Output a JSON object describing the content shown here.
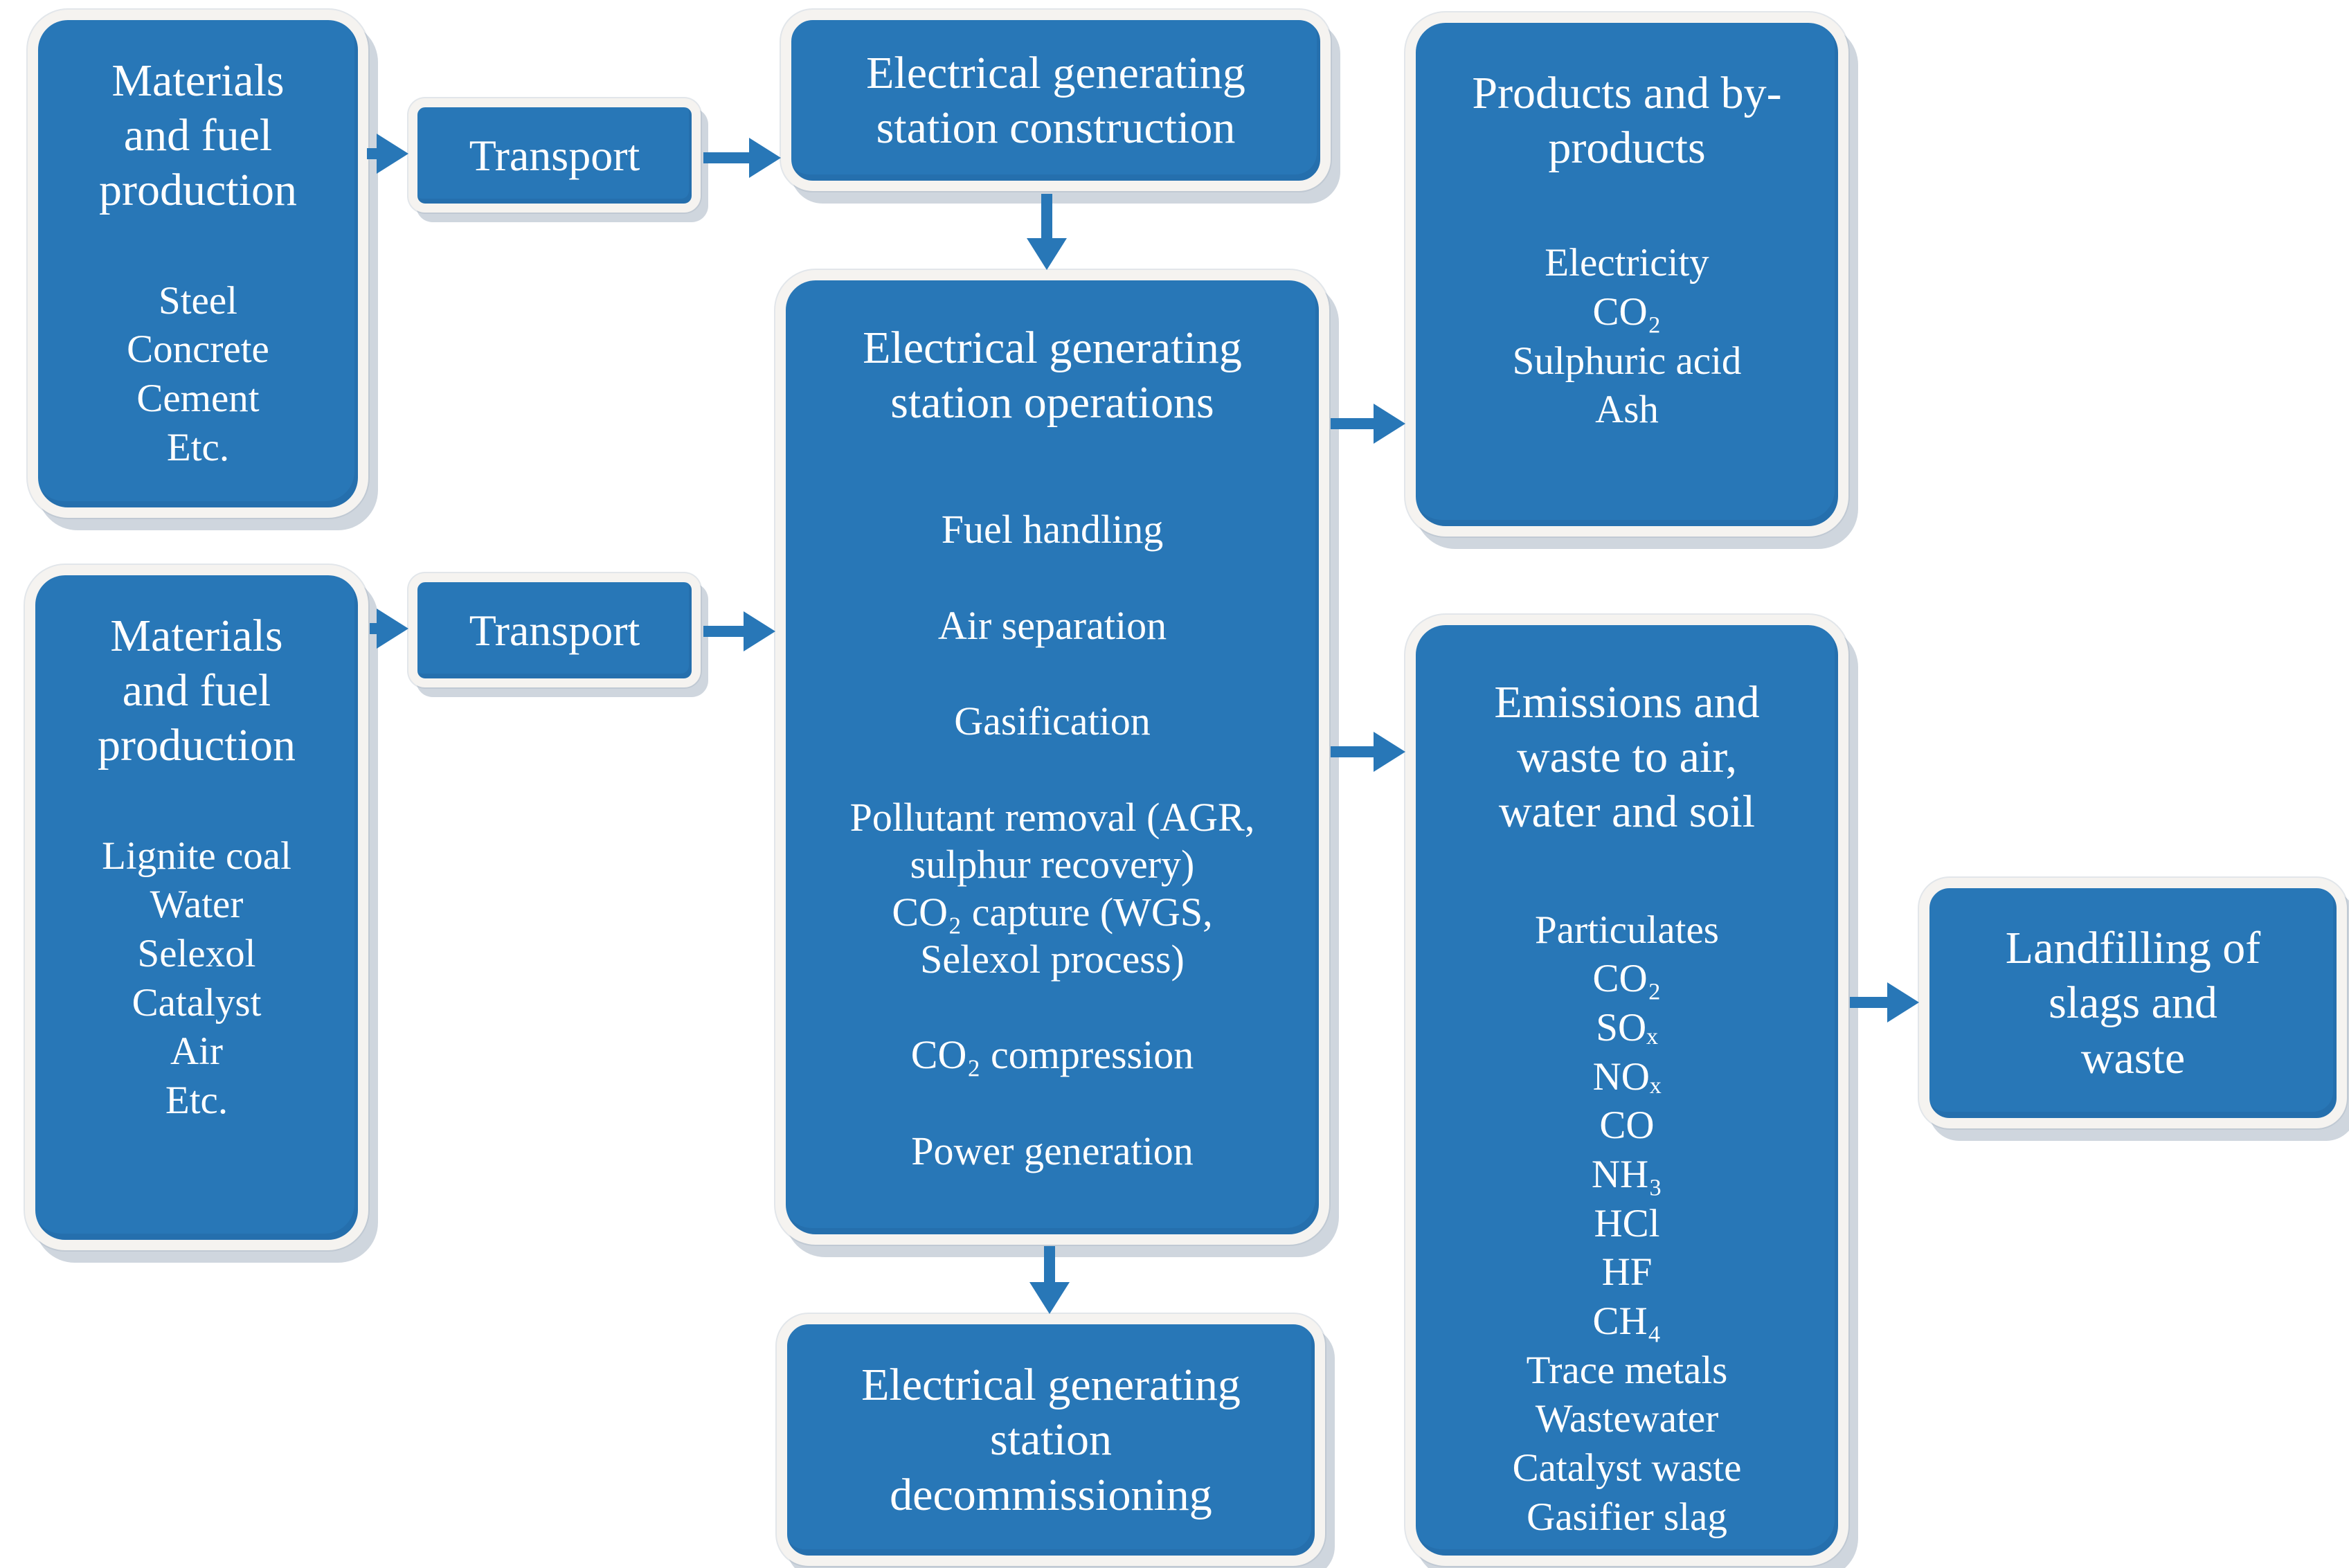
{
  "palette": {
    "box_blue": "#2877B7",
    "arrow_blue": "#2877B7",
    "border_white": "#F5F3F0",
    "shadow_gray": "#94A3B5",
    "bg": "#FFFFFF",
    "text_white": "#FFFFFF"
  },
  "boxes": {
    "materials_construction": {
      "title": "Materials\nand fuel\nproduction",
      "items": [
        "Steel",
        "Concrete",
        "Cement",
        "Etc."
      ]
    },
    "transport_top": {
      "label": "Transport"
    },
    "construction": {
      "title": "Electrical generating\nstation construction"
    },
    "operations": {
      "title": "Electrical generating\nstation operations",
      "items": [
        "Fuel handling",
        "Air separation",
        "Gasification",
        "Pollutant removal (AGR,\nsulphur recovery)\nCO₂ capture (WGS,\nSelexol process)",
        "CO₂ compression",
        "Power generation"
      ]
    },
    "materials_fuel": {
      "title": "Materials\nand fuel\nproduction",
      "items": [
        "Lignite coal",
        "Water",
        "Selexol",
        "Catalyst",
        "Air",
        "Etc."
      ]
    },
    "transport_bottom": {
      "label": "Transport"
    },
    "products": {
      "title": "Products and by-\nproducts",
      "items": [
        "Electricity",
        "CO₂",
        "Sulphuric acid",
        "Ash"
      ]
    },
    "emissions": {
      "title": "Emissions and\nwaste to air,\nwater and soil",
      "items": [
        "Particulates",
        "CO₂",
        "SOₓ",
        "NOₓ",
        "CO",
        "NH₃",
        "HCl",
        "HF",
        "CH₄",
        "Trace metals",
        "Wastewater",
        "Catalyst waste",
        "Gasifier slag"
      ]
    },
    "landfilling": {
      "title": "Landfilling of\nslags and\nwaste"
    },
    "decommissioning": {
      "title": "Electrical generating\nstation\ndecommissioning"
    }
  }
}
